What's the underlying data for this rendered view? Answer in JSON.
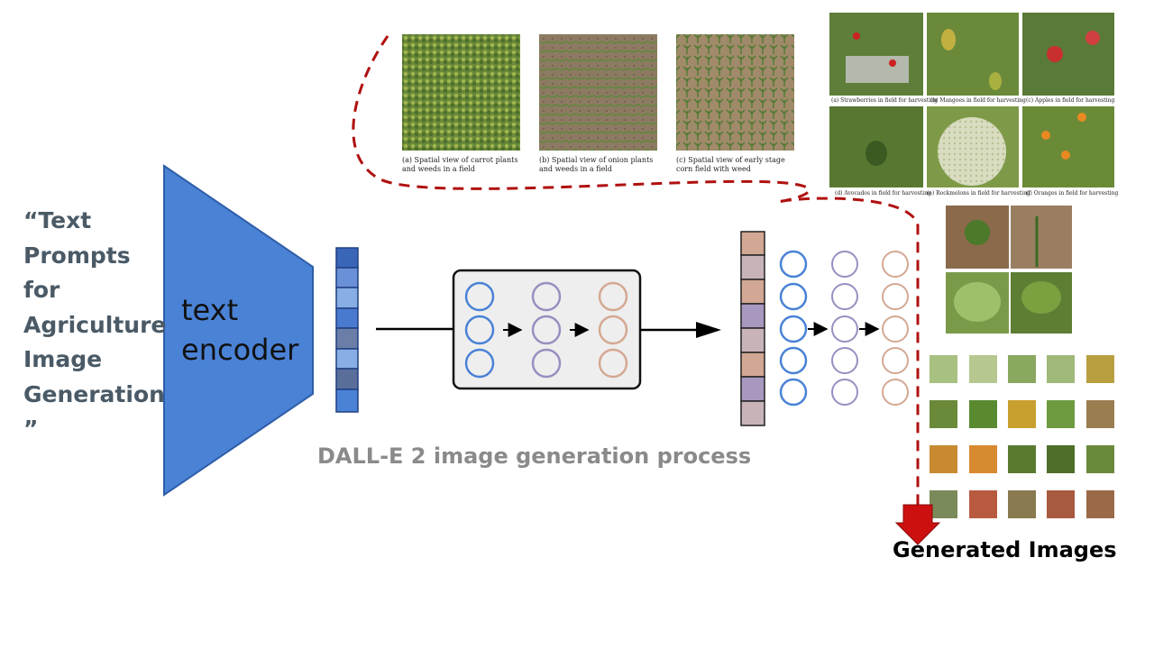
{
  "prompt": "“Text\nPrompts\nfor\nAgriculture\nImage\nGeneration\n”",
  "encoder_label": "text\nencoder",
  "process_label": "DALL-E 2 image generation process",
  "generated_label": "Generated Images",
  "field_captions": [
    "(a) Spatial view of carrot plants and weeds in a field",
    "(b) Spatial view of onion plants and weeds in a field",
    "(c) Spatial view of early stage corn field with weed"
  ],
  "fruit_captions": [
    "(a) Strawberries in field for harvesting",
    "(b) Mangoes in field for harvesting",
    "(c) Apples in field for harvesting",
    "(d) Avocados in field for harvesting",
    "(e) Rockmelons in field for harvesting",
    "(f) Oranges in field for harvesting"
  ],
  "colors": {
    "encoder": "#4a82d6",
    "encoder_stroke": "#2f5ea8",
    "arrow_dashed": "#b01010",
    "arrow_down": "#cc1010",
    "circle_blue": "#4a82d6",
    "circle_purple": "#9a8ec0",
    "circle_tan": "#d4a892"
  }
}
